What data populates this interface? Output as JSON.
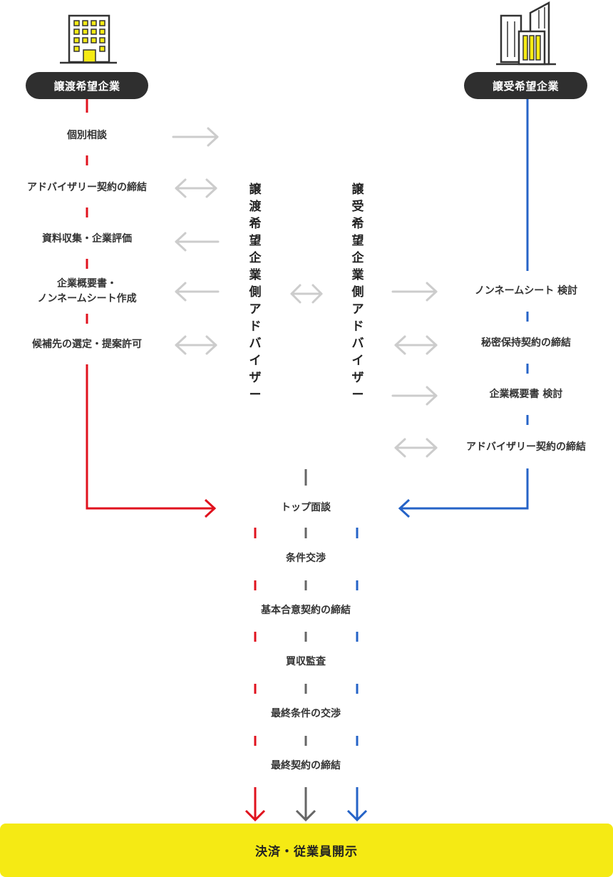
{
  "seller": {
    "label": "譲渡希望企業",
    "steps": [
      "個別相談",
      "アドバイザリー契約の締結",
      "資料収集・企業評価",
      "企業概要書・",
      "ノンネームシート作成",
      "候補先の選定・提案許可"
    ]
  },
  "buyer": {
    "label": "譲受希望企業",
    "steps": [
      "ノンネームシート 検討",
      "秘密保持契約の締結",
      "企業概要書 検討",
      "アドバイザリー契約の締結"
    ]
  },
  "advisors": {
    "seller_side": "譲渡希望企業側アドバイザー",
    "buyer_side": "譲受希望企業側アドバイザー"
  },
  "joint_steps": [
    "トップ面談",
    "条件交渉",
    "基本合意契約の締結",
    "買収監査",
    "最終条件の交渉",
    "最終契約の締結"
  ],
  "final": "決済・従業員開示",
  "colors": {
    "seller_line": "#e0121e",
    "buyer_line": "#2563c7",
    "advisor_line": "#666666",
    "arrow_gray": "#cccccc",
    "pill_bg": "#2f2f2f",
    "final_bg": "#f5ea14",
    "accent_window": "#f5ea14"
  }
}
